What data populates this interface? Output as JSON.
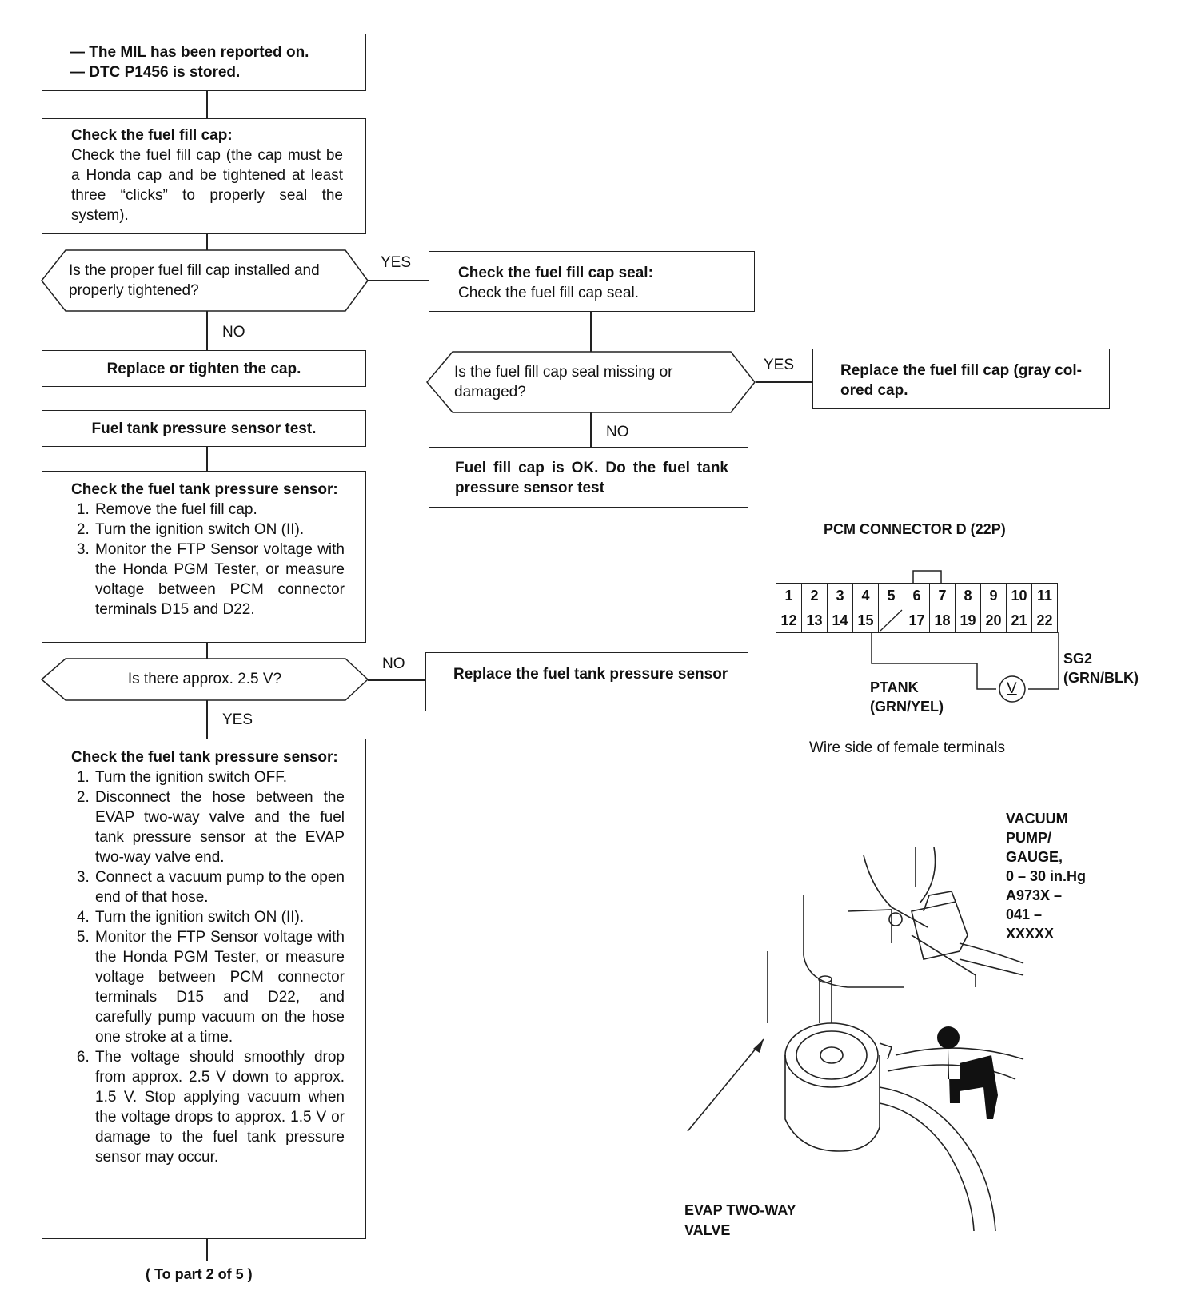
{
  "start_box": {
    "line1": "—  The MIL has been reported on.",
    "line2": "—  DTC P1456 is stored."
  },
  "check_cap": {
    "title": "Check the fuel fill cap:",
    "body": "Check the fuel fill cap (the cap must be a Honda cap and be tightened at least three “clicks” to properly seal the system)."
  },
  "decision_cap": {
    "text": "Is the proper fuel fill cap installed and properly tightened?",
    "yes": "YES",
    "no": "NO"
  },
  "check_seal": {
    "title": "Check the fuel fill cap seal:",
    "body": "Check the fuel fill cap seal."
  },
  "replace_tighten": {
    "text": "Replace or tighten the cap."
  },
  "decision_seal": {
    "text": "Is the fuel fill cap seal missing or damaged?",
    "yes": "YES",
    "no": "NO"
  },
  "replace_cap": {
    "text": "Replace the fuel fill cap (gray col-ored cap."
  },
  "ftp_test": {
    "text": "Fuel tank pressure sensor test."
  },
  "cap_ok": {
    "text": "Fuel fill cap is OK. Do the fuel tank pressure sensor test"
  },
  "check_sensor_1": {
    "title": "Check the fuel tank pressure sensor:",
    "steps": [
      "Remove the fuel fill cap.",
      "Turn the ignition switch ON (II).",
      "Monitor the FTP Sensor voltage with the Honda PGM Tester, or measure voltage between PCM connector terminals D15 and D22."
    ]
  },
  "decision_voltage": {
    "text": "Is there approx. 2.5 V?",
    "no": "NO",
    "yes": "YES"
  },
  "replace_sensor": {
    "text": "Replace the fuel tank pressure sensor"
  },
  "check_sensor_2": {
    "title": "Check the fuel tank pressure sensor:",
    "steps": [
      "Turn the ignition switch OFF.",
      "Disconnect the hose between the EVAP two-way valve and the fuel tank pressure sensor at the EVAP two-way valve end.",
      "Connect a vacuum pump to the open end of that hose.",
      "Turn the ignition switch ON (II).",
      "Monitor the FTP Sensor voltage with the Honda PGM Tester, or measure voltage between PCM connector terminals D15 and D22, and carefully pump vacuum on the hose one stroke at a time.",
      "The voltage should smoothly drop from approx. 2.5 V down to approx. 1.5 V. Stop applying vacuum when the voltage drops to approx. 1.5 V or damage to the fuel tank pressure sensor may occur."
    ]
  },
  "to_part": {
    "text": "( To part 2 of 5 )"
  },
  "connector": {
    "title": "PCM CONNECTOR D (22P)",
    "row1": [
      "1",
      "2",
      "3",
      "4",
      "5",
      "6",
      "7",
      "8",
      "9",
      "10",
      "11"
    ],
    "row2": [
      "12",
      "13",
      "14",
      "15",
      "",
      "17",
      "18",
      "19",
      "20",
      "21",
      "22"
    ],
    "ptank": "PTANK",
    "ptank_wire": "(GRN/YEL)",
    "sg2": "SG2",
    "sg2_wire": "(GRN/BLK)",
    "meter": "V",
    "caption": "Wire side of female terminals"
  },
  "illustration": {
    "pump_label": [
      "VACUUM",
      "PUMP/",
      "GAUGE,",
      "0 – 30 in.Hg",
      "A973X –",
      "041 –",
      "XXXXX"
    ],
    "valve_label": [
      "EVAP TWO-WAY",
      "VALVE"
    ]
  }
}
